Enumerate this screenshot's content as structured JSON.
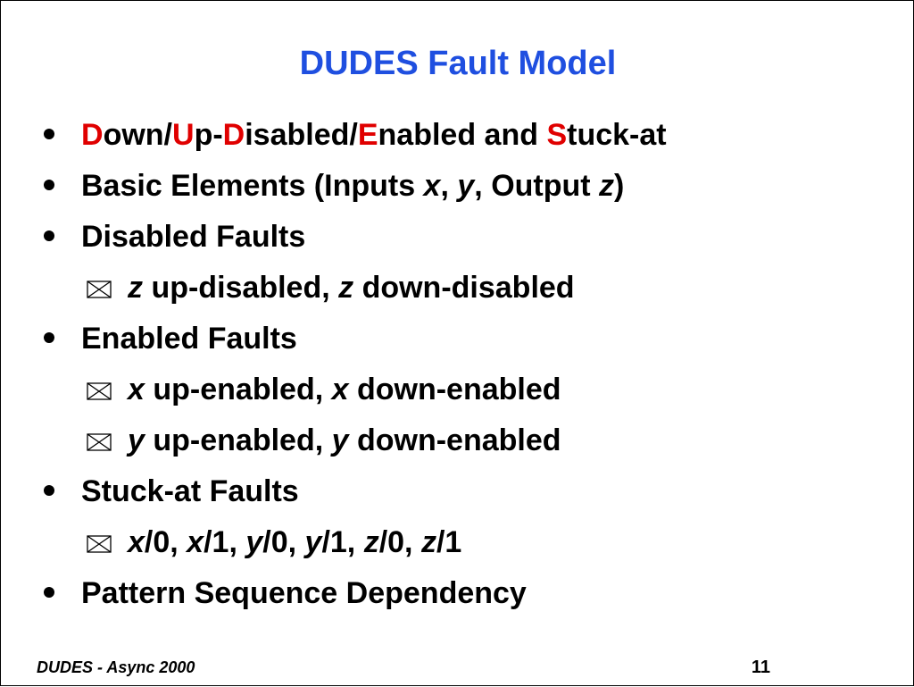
{
  "slide": {
    "title": "DUDES Fault Model",
    "colors": {
      "title": "#1f4fe0",
      "accent": "#e00000",
      "text": "#000000"
    },
    "bullet_icon": "bullet-dot-icon",
    "subbullet_icon": "envelope-icon",
    "items": [
      {
        "level": 1,
        "parts": [
          {
            "text": "D",
            "color": "red"
          },
          {
            "text": "own/"
          },
          {
            "text": "U",
            "color": "red"
          },
          {
            "text": "p-"
          },
          {
            "text": "D",
            "color": "red"
          },
          {
            "text": "isabled/"
          },
          {
            "text": "E",
            "color": "red"
          },
          {
            "text": "nabled and "
          },
          {
            "text": "S",
            "color": "red"
          },
          {
            "text": "tuck-at"
          }
        ]
      },
      {
        "level": 1,
        "parts": [
          {
            "text": "Basic Elements (Inputs "
          },
          {
            "text": "x",
            "italic": true
          },
          {
            "text": ", "
          },
          {
            "text": "y",
            "italic": true
          },
          {
            "text": ", Output "
          },
          {
            "text": "z",
            "italic": true
          },
          {
            "text": ")"
          }
        ]
      },
      {
        "level": 1,
        "parts": [
          {
            "text": "Disabled Faults"
          }
        ]
      },
      {
        "level": 2,
        "parts": [
          {
            "text": "z",
            "italic": true
          },
          {
            "text": " up-disabled, "
          },
          {
            "text": "z",
            "italic": true
          },
          {
            "text": " down-disabled"
          }
        ]
      },
      {
        "level": 1,
        "parts": [
          {
            "text": "Enabled Faults"
          }
        ]
      },
      {
        "level": 2,
        "parts": [
          {
            "text": "x",
            "italic": true
          },
          {
            "text": " up-enabled, "
          },
          {
            "text": "x",
            "italic": true
          },
          {
            "text": " down-enabled"
          }
        ]
      },
      {
        "level": 2,
        "parts": [
          {
            "text": "y",
            "italic": true
          },
          {
            "text": " up-enabled, "
          },
          {
            "text": "y",
            "italic": true
          },
          {
            "text": " down-enabled"
          }
        ]
      },
      {
        "level": 1,
        "parts": [
          {
            "text": "Stuck-at Faults"
          }
        ]
      },
      {
        "level": 2,
        "parts": [
          {
            "text": "x",
            "italic": true
          },
          {
            "text": "/0, "
          },
          {
            "text": "x",
            "italic": true
          },
          {
            "text": "/1, "
          },
          {
            "text": "y",
            "italic": true
          },
          {
            "text": "/0, "
          },
          {
            "text": "y",
            "italic": true
          },
          {
            "text": "/1, "
          },
          {
            "text": "z",
            "italic": true
          },
          {
            "text": "/0, "
          },
          {
            "text": "z",
            "italic": true
          },
          {
            "text": "/1"
          }
        ]
      },
      {
        "level": 1,
        "parts": [
          {
            "text": "Pattern Sequence Dependency"
          }
        ]
      }
    ]
  },
  "footer": {
    "left": "DUDES - Async 2000",
    "page_number": "11"
  }
}
